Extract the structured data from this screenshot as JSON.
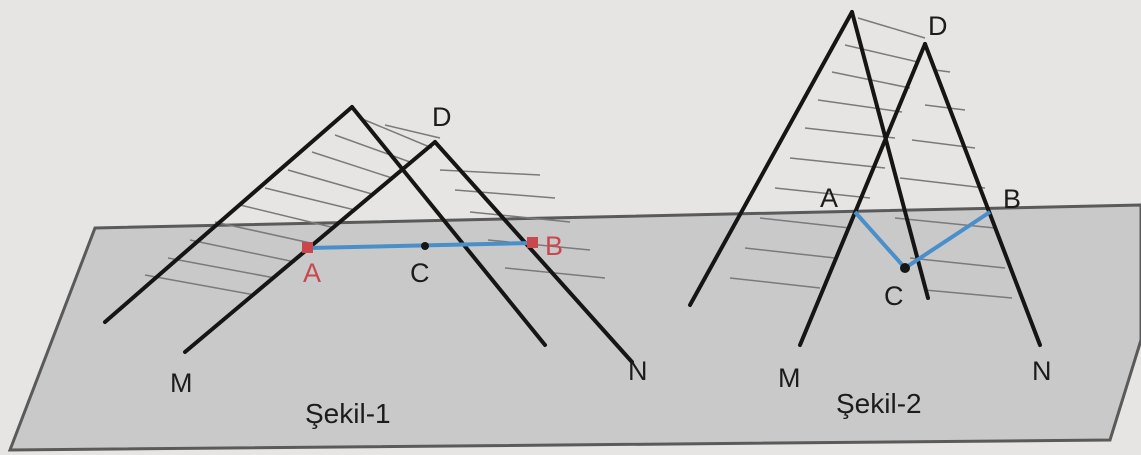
{
  "figures": [
    {
      "caption": "Şekil-1",
      "points": {
        "A": "A",
        "B": "B",
        "C": "C",
        "D": "D",
        "M": "M",
        "N": "N"
      }
    },
    {
      "caption": "Şekil-2",
      "points": {
        "A": "A",
        "B": "B",
        "C": "C",
        "D": "D",
        "M": "M",
        "N": "N"
      }
    }
  ],
  "colors": {
    "background": "#e6e5e3",
    "plane_fill": "#c9c9c9",
    "plane_stroke": "#5a5a5a",
    "line": "#151515",
    "hatch": "#7a7a7a",
    "path_blue": "#4a8fc9",
    "label_red": "#c8484e",
    "label": "#1c1c1c"
  }
}
